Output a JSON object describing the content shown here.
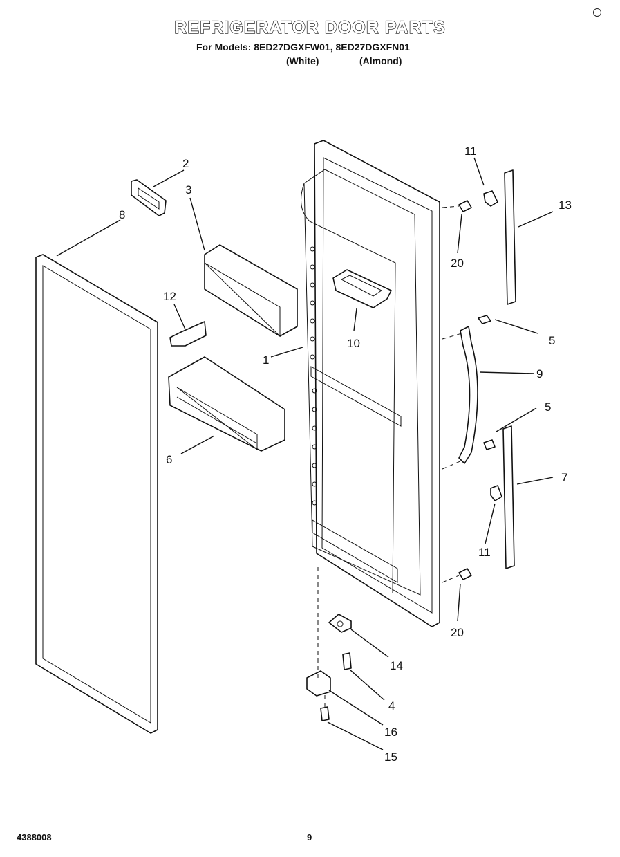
{
  "header": {
    "title": "REFRIGERATOR DOOR PARTS",
    "models_line": "For Models: 8ED27DGXFW01, 8ED27DGXFN01",
    "variant_white": "(White)",
    "variant_almond": "(Almond)"
  },
  "footer": {
    "doc_number": "4388008",
    "page_number": "9"
  },
  "callouts": {
    "p1": "1",
    "p2": "2",
    "p3": "3",
    "p4": "4",
    "p5a": "5",
    "p5b": "5",
    "p6": "6",
    "p7": "7",
    "p8": "8",
    "p9": "9",
    "p10": "10",
    "p11a": "11",
    "p11b": "11",
    "p12": "12",
    "p13": "13",
    "p14": "14",
    "p15": "15",
    "p16": "16",
    "p20a": "20",
    "p20b": "20"
  }
}
